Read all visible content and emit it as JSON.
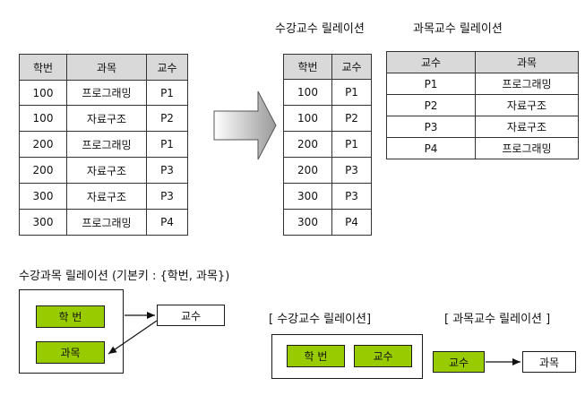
{
  "titles": {
    "enroll_prof": "수강교수 릴레이션",
    "course_prof": "과목교수 릴레이션",
    "enroll_course": "수강과목 릴레이션 (기본키 : {학번, 과목})",
    "enroll_prof_bracket": "[ 수강교수 릴레이션]",
    "course_prof_bracket": "[ 과목교수 릴레이션 ]"
  },
  "table_main": {
    "headers": [
      "학번",
      "과목",
      "교수"
    ],
    "rows": [
      [
        "100",
        "프로그래밍",
        "P1"
      ],
      [
        "100",
        "자료구조",
        "P2"
      ],
      [
        "200",
        "프로그래밍",
        "P1"
      ],
      [
        "200",
        "자료구조",
        "P3"
      ],
      [
        "300",
        "자료구조",
        "P3"
      ],
      [
        "300",
        "프로그래밍",
        "P4"
      ]
    ]
  },
  "table_enroll_prof": {
    "headers": [
      "학번",
      "교수"
    ],
    "rows": [
      [
        "100",
        "P1"
      ],
      [
        "100",
        "P2"
      ],
      [
        "200",
        "P1"
      ],
      [
        "200",
        "P3"
      ],
      [
        "300",
        "P3"
      ],
      [
        "300",
        "P4"
      ]
    ]
  },
  "table_course_prof": {
    "headers": [
      "교수",
      "과목"
    ],
    "rows": [
      [
        "P1",
        "프로그래밍"
      ],
      [
        "P2",
        "자료구조"
      ],
      [
        "P3",
        "자료구조"
      ],
      [
        "P4",
        "프로그래밍"
      ]
    ]
  },
  "diagram_left": {
    "student": "학 번",
    "course": "과목",
    "professor": "교수"
  },
  "diagram_mid": {
    "student": "학 번",
    "professor": "교수"
  },
  "diagram_right": {
    "professor": "교수",
    "course": "과목"
  },
  "colors": {
    "header_fill": "#d9d9d9",
    "key_fill": "#99cc00"
  }
}
